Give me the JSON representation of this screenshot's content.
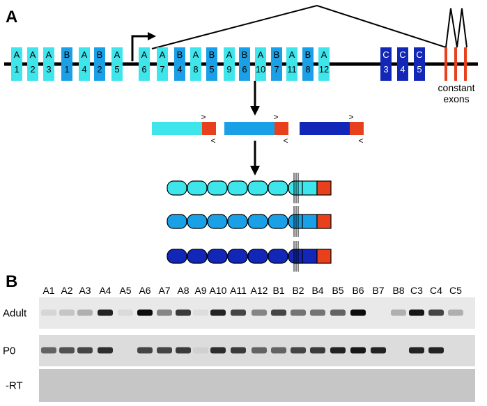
{
  "panels": {
    "a": "A",
    "b": "B"
  },
  "colors": {
    "A": "#3ee6ec",
    "B": "#1aa0e6",
    "C": "#1226b8",
    "constant": "#e8401c",
    "gel_adult": "#e9e9e9",
    "gel_p0": "#dcdcdc",
    "gel_rt": "#c6c6c6"
  },
  "gene_exons": [
    {
      "type": "A",
      "num": "1"
    },
    {
      "type": "A",
      "num": "2"
    },
    {
      "type": "A",
      "num": "3"
    },
    {
      "type": "B",
      "num": "1"
    },
    {
      "type": "A",
      "num": "4"
    },
    {
      "type": "B",
      "num": "2"
    },
    {
      "type": "A",
      "num": "5"
    },
    {
      "type": "A",
      "num": "6"
    },
    {
      "type": "A",
      "num": "7"
    },
    {
      "type": "B",
      "num": "4"
    },
    {
      "type": "A",
      "num": "8"
    },
    {
      "type": "B",
      "num": "5"
    },
    {
      "type": "A",
      "num": "9"
    },
    {
      "type": "B",
      "num": "6"
    },
    {
      "type": "A",
      "num": "10"
    },
    {
      "type": "B",
      "num": "7"
    },
    {
      "type": "A",
      "num": "11"
    },
    {
      "type": "B",
      "num": "8"
    },
    {
      "type": "A",
      "num": "12"
    },
    {
      "type": "C",
      "num": "3"
    },
    {
      "type": "C",
      "num": "4"
    },
    {
      "type": "C",
      "num": "5"
    }
  ],
  "constant_label_1": "constant",
  "constant_label_2": "exons",
  "transcripts": [
    {
      "type": "A",
      "fwd": ">",
      "rev": "<"
    },
    {
      "type": "B",
      "fwd": ">",
      "rev": "<"
    },
    {
      "type": "C",
      "fwd": ">",
      "rev": "<"
    }
  ],
  "proteins": [
    {
      "type": "A",
      "domains": 6
    },
    {
      "type": "B",
      "domains": 6
    },
    {
      "type": "C",
      "domains": 6
    }
  ],
  "gel": {
    "lanes": [
      "A1",
      "A2",
      "A3",
      "A4",
      "A5",
      "A6",
      "A7",
      "A8",
      "A9",
      "A10",
      "A11",
      "A12",
      "B1",
      "B2",
      "B4",
      "B5",
      "B6",
      "B7",
      "B8",
      "C3",
      "C4",
      "C5"
    ],
    "rows": [
      {
        "label": "Adult",
        "intensity": [
          0.15,
          0.25,
          0.35,
          0.85,
          0.12,
          0.95,
          0.5,
          0.75,
          0.1,
          0.85,
          0.7,
          0.5,
          0.7,
          0.55,
          0.55,
          0.6,
          0.95,
          0.0,
          0.35,
          0.9,
          0.7,
          0.35
        ]
      },
      {
        "label": "P0",
        "intensity": [
          0.6,
          0.65,
          0.7,
          0.8,
          0.0,
          0.7,
          0.7,
          0.75,
          0.15,
          0.8,
          0.75,
          0.6,
          0.6,
          0.7,
          0.75,
          0.85,
          0.9,
          0.85,
          0.0,
          0.85,
          0.85,
          0.0
        ]
      },
      {
        "label": "-RT",
        "intensity": [
          0,
          0,
          0,
          0,
          0,
          0,
          0,
          0,
          0,
          0,
          0,
          0,
          0,
          0,
          0,
          0,
          0,
          0,
          0,
          0,
          0,
          0
        ]
      }
    ]
  }
}
